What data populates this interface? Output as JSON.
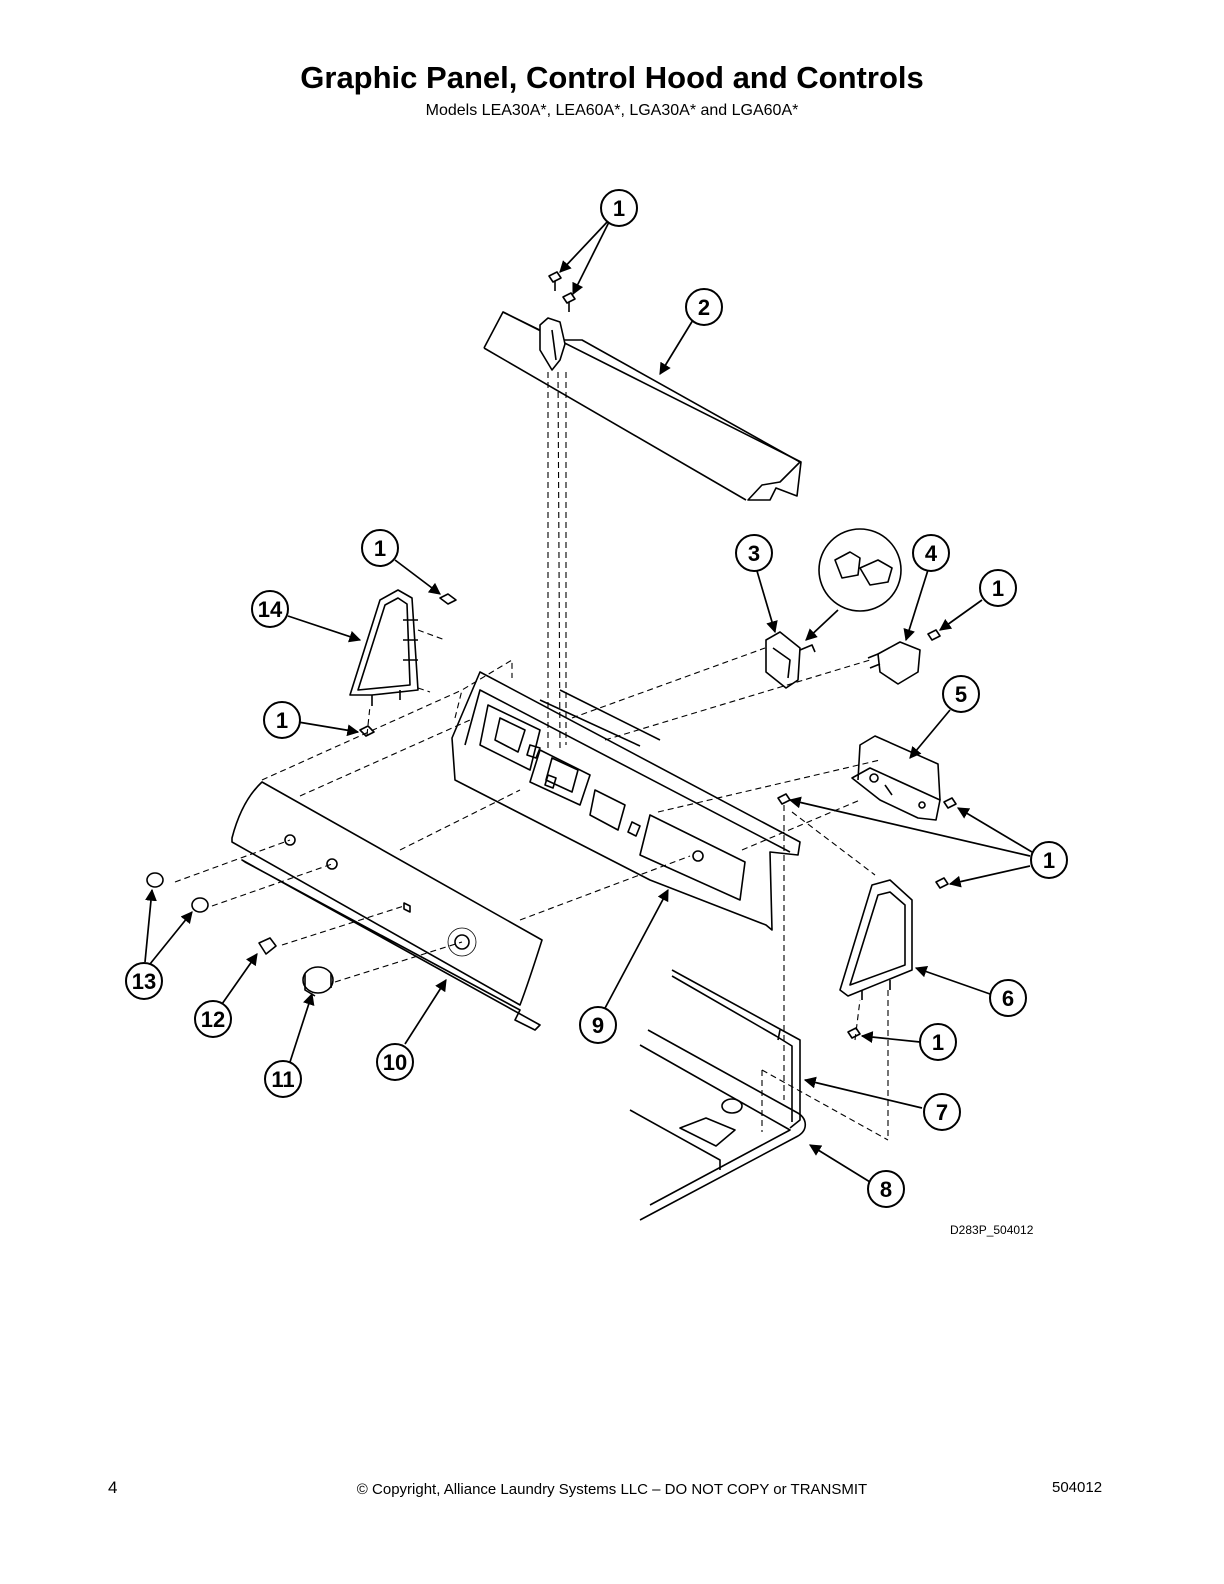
{
  "title": "Graphic Panel, Control Hood and Controls",
  "subtitle": "Models LEA30A*, LEA60A*, LGA30A* and LGA60A*",
  "drawing_code": "D283P_504012",
  "footer": {
    "page_number": "4",
    "copyright": "© Copyright, Alliance Laundry Systems LLC – DO NOT COPY or TRANSMIT",
    "doc_number": "504012"
  },
  "callouts": [
    "1",
    "2",
    "1",
    "14",
    "1",
    "3",
    "4",
    "1",
    "5",
    "1",
    "13",
    "12",
    "11",
    "10",
    "9",
    "6",
    "1",
    "7",
    "8"
  ]
}
